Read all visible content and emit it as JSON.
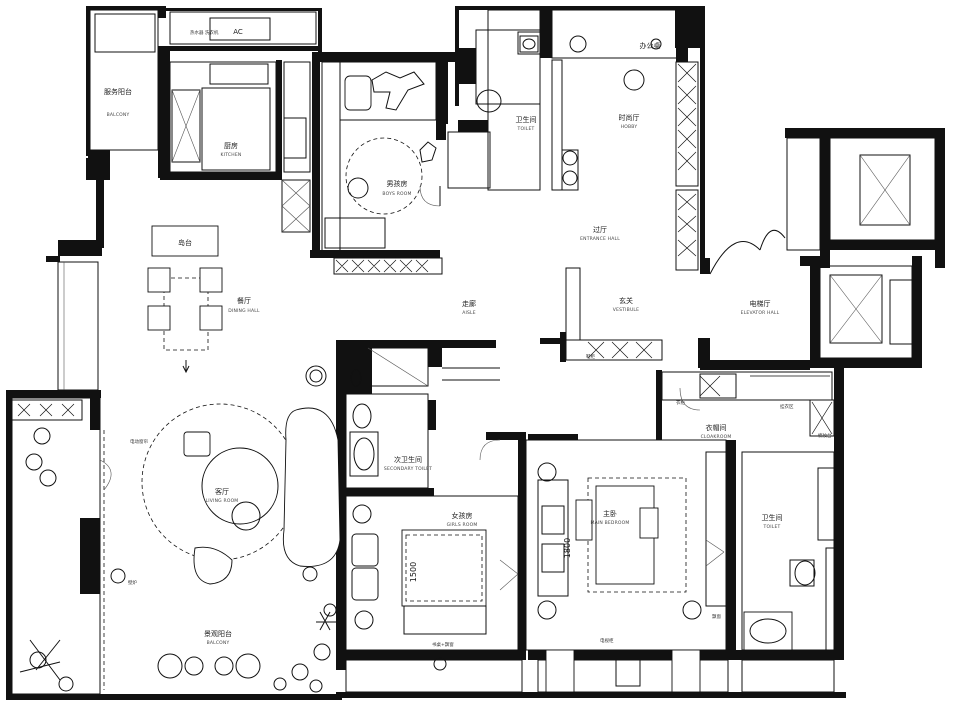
{
  "rooms": {
    "kitchen": {
      "cn": "厨房",
      "en": "KITCHEN"
    },
    "boys_room": {
      "cn": "男孩房",
      "en": "BOYS ROOM"
    },
    "toilet_1": {
      "cn": "卫生间",
      "en": "TOILET"
    },
    "hobby_hall": {
      "cn": "时尚厅",
      "en": "HOBBY"
    },
    "entrance_hall": {
      "cn": "过厅",
      "en": "ENTRANCE HALL"
    },
    "aisle": {
      "cn": "走廊",
      "en": "AISLE"
    },
    "vestibule": {
      "cn": "玄关",
      "en": "VESTIBULE"
    },
    "elevator_hall": {
      "cn": "电梯厅",
      "en": "ELEVATOR HALL"
    },
    "dining_hall": {
      "cn": "餐厅",
      "en": "DINING HALL"
    },
    "living_room": {
      "cn": "客厅",
      "en": "LIVING ROOM"
    },
    "secondary_toilet": {
      "cn": "次卫生间",
      "en": "SECONDARY TOILET"
    },
    "girls_room": {
      "cn": "女孩房",
      "en": "GIRLS ROOM"
    },
    "cloakroom": {
      "cn": "衣帽间",
      "en": "CLOAKROOM"
    },
    "master_bedroom": {
      "cn": "主卧",
      "en": "MAIN BEDROOM"
    },
    "toilet_2": {
      "cn": "卫生间",
      "en": "TOILET"
    },
    "balcony": {
      "cn": "景观阳台",
      "en": "BALCONY"
    },
    "service_balcony": {
      "cn": "服务阳台",
      "en": "BALCONY"
    }
  },
  "annotations": {
    "island": "岛台",
    "ac": "AC",
    "office": "办公桌",
    "dim_girls_bed": "1500",
    "dim_master_bed": "1800",
    "curtain": "电动窗帘",
    "fireplace": "壁炉",
    "vanity": "梳妆台",
    "window_seat": "飘窗",
    "boiler": "热水器 洗衣机",
    "desk_left": "书桌+飘窗",
    "tv_cabinet": "电视柜",
    "wardrobe": "衣柜",
    "hanger": "挂衣区",
    "shoe": "鞋柜"
  }
}
